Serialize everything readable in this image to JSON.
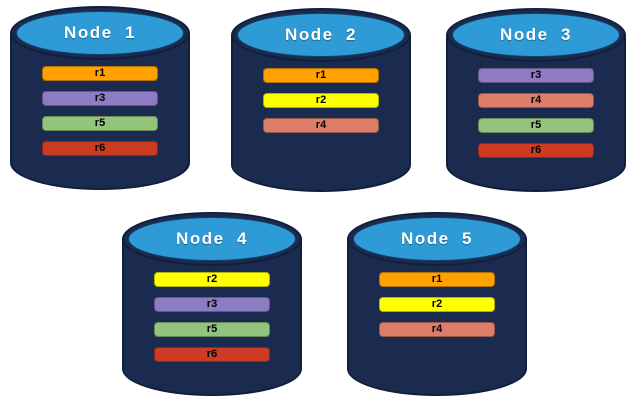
{
  "diagram": {
    "type": "database-replica-distribution",
    "colors": {
      "background": "#FFFFFF",
      "cylinder_body": "#1B2B4F",
      "cylinder_outline": "#101F3C",
      "cylinder_top_face": "#2E9BD6",
      "node_label_text": "#FFFFFF",
      "replica_label_text": "#000000",
      "replica": {
        "r1": "#FFA201",
        "r2": "#FFFF00",
        "r3": "#8E7CC3",
        "r4": "#DD7E6B",
        "r5": "#93C47D",
        "r6": "#CC3B22"
      }
    },
    "nodes": [
      {
        "id": "node-1",
        "label": "Node  1",
        "replicas": [
          "r1",
          "r3",
          "r5",
          "r6"
        ]
      },
      {
        "id": "node-2",
        "label": "Node  2",
        "replicas": [
          "r1",
          "r2",
          "r4"
        ]
      },
      {
        "id": "node-3",
        "label": "Node  3",
        "replicas": [
          "r3",
          "r4",
          "r5",
          "r6"
        ]
      },
      {
        "id": "node-4",
        "label": "Node  4",
        "replicas": [
          "r2",
          "r3",
          "r5",
          "r6"
        ]
      },
      {
        "id": "node-5",
        "label": "Node  5",
        "replicas": [
          "r1",
          "r2",
          "r4"
        ]
      }
    ]
  }
}
